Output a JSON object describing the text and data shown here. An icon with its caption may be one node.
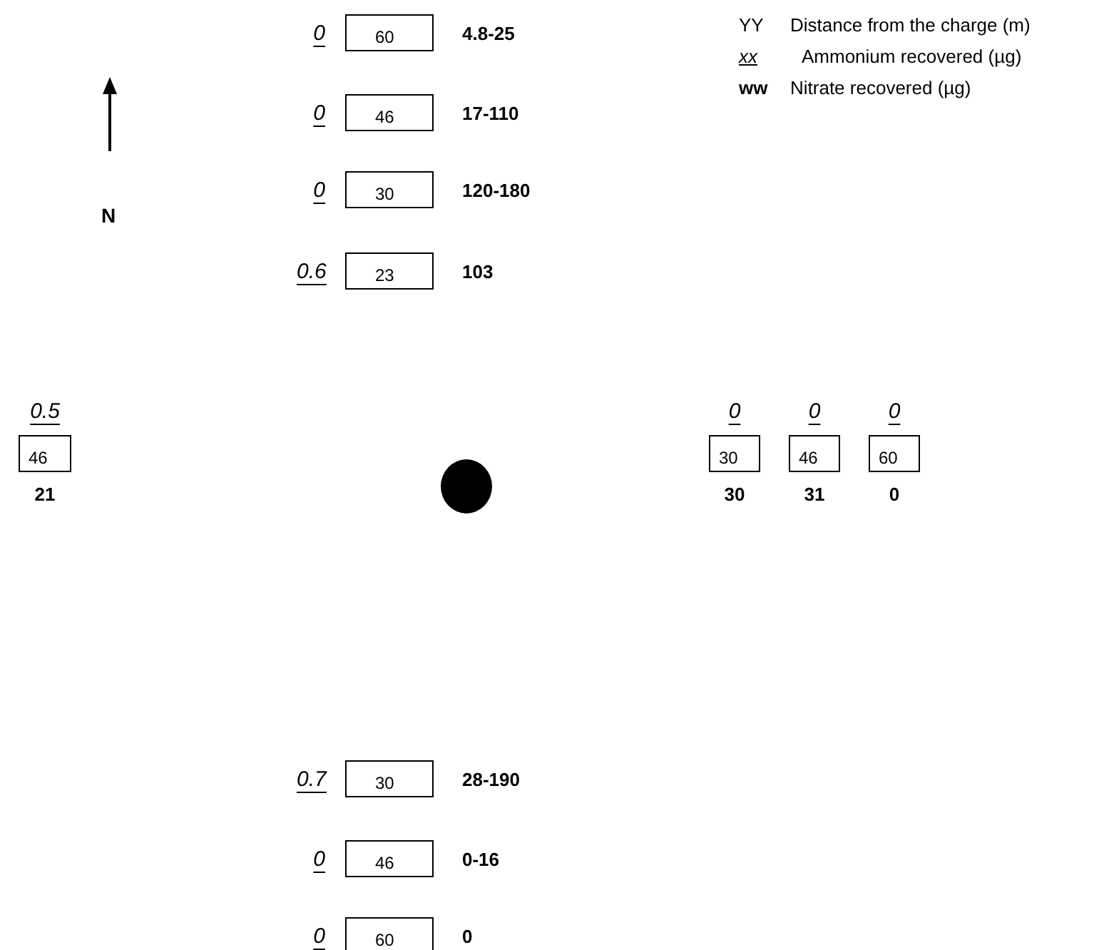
{
  "diagram": {
    "nodes": [
      {
        "text": [
          "60"
        ],
        "beside": [
          "0",
          "4.8-25"
        ]
      },
      {
        "text": [
          "46"
        ],
        "beside": [
          "0",
          "17-110"
        ]
      },
      {
        "text": [
          "30"
        ],
        "beside": [
          "0",
          "120-180"
        ]
      },
      {
        "text": [
          "23"
        ],
        "beside": [
          "0.6",
          "103"
        ]
      },
      {
        "text": [
          "46"
        ],
        "beside": [
          "0.5",
          "21"
        ]
      },
      {
        "text": [],
        "shape": "circle"
      },
      {
        "text": [
          "30"
        ],
        "beside": [
          "0",
          "30"
        ]
      },
      {
        "text": [
          "46"
        ],
        "beside": [
          "0",
          "31"
        ]
      },
      {
        "text": [
          "60"
        ],
        "beside": [
          "0",
          "0"
        ]
      },
      {
        "text": [
          "30"
        ],
        "beside": [
          "0.7",
          "28-190"
        ]
      },
      {
        "text": [
          "46"
        ],
        "beside": [
          "0",
          "0-16"
        ]
      },
      {
        "text": [
          "60"
        ],
        "beside": [
          "0",
          "0"
        ]
      }
    ],
    "edges": [],
    "labels": [
      "N",
      "YY",
      "xx",
      "ww"
    ],
    "legend": [
      {
        "text": "Distance from the charge (m)"
      },
      {
        "text": "Ammonium recovered (µg)"
      },
      {
        "text": "Nitrate recovered (µg)"
      }
    ]
  }
}
